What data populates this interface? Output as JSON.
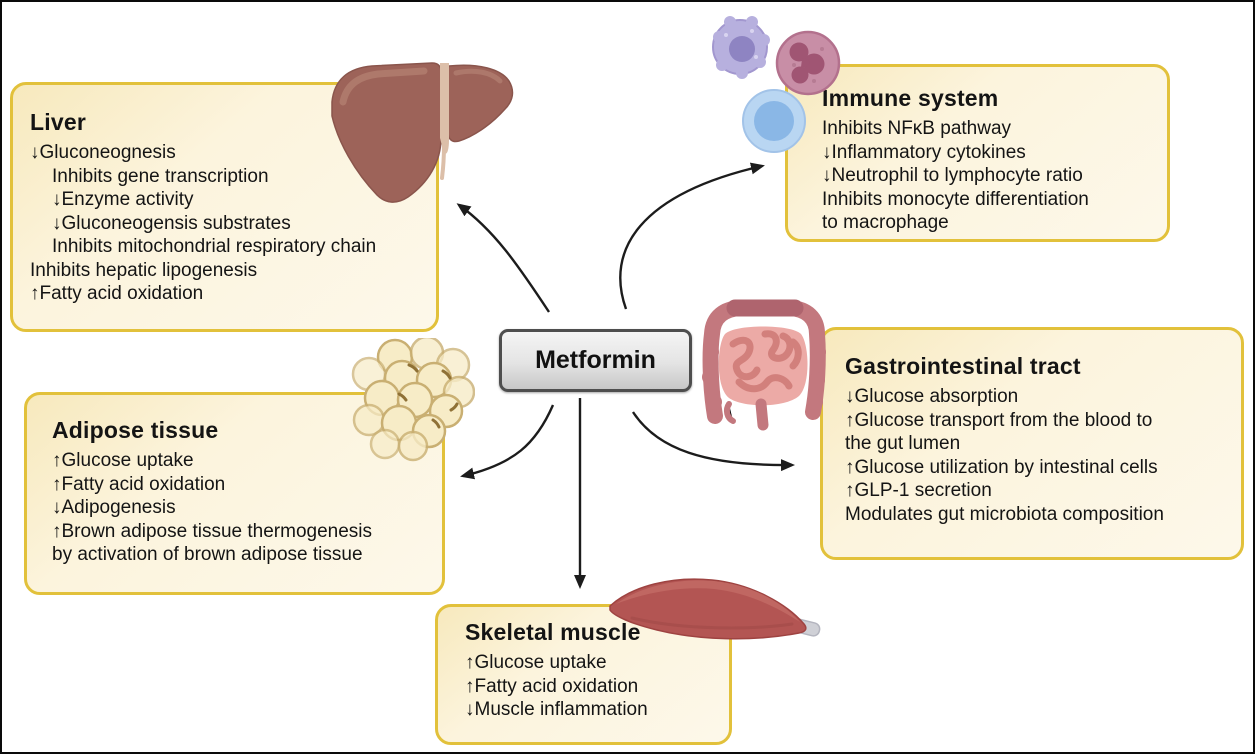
{
  "center": {
    "label": "Metformin"
  },
  "boxes": {
    "liver": {
      "title": "Liver",
      "lines": [
        "↓Gluconeognesis",
        "Inhibits gene transcription",
        "↓Enzyme activity",
        "↓Gluconeogensis substrates",
        "Inhibits mitochondrial respiratory chain",
        "Inhibits hepatic lipogenesis",
        "↑Fatty acid oxidation"
      ]
    },
    "immune": {
      "title": "Immune system",
      "lines": [
        "Inhibits NFκB pathway",
        "↓Inflammatory cytokines",
        "↓Neutrophil to lymphocyte ratio",
        "Inhibits monocyte differentiation",
        "to macrophage"
      ]
    },
    "gi": {
      "title": "Gastrointestinal tract",
      "lines": [
        "↓Glucose absorption",
        "↑Glucose transport from the blood to",
        "the gut lumen",
        "↑Glucose utilization by  intestinal cells",
        "↑GLP-1 secretion",
        "Modulates gut microbiota composition"
      ]
    },
    "adipose": {
      "title": "Adipose tissue",
      "lines": [
        "↑Glucose uptake",
        "↑Fatty acid oxidation",
        "↓Adipogenesis",
        "↑Brown adipose tissue thermogenesis",
        "by activation of brown adipose tissue"
      ]
    },
    "muscle": {
      "title": "Skeletal muscle",
      "lines": [
        "↑Glucose uptake",
        "↑Fatty acid oxidation",
        "↓Muscle inflammation"
      ]
    }
  },
  "icons": {
    "liver": "liver-icon",
    "monocyte": "monocyte-cell-icon",
    "neutrophil": "neutrophil-cell-icon",
    "lymphocyte": "lymphocyte-cell-icon",
    "intestine": "intestine-icon",
    "adipocytes": "adipocyte-cluster-icon",
    "muscle": "skeletal-muscle-icon"
  },
  "colors": {
    "box_border": "#e2c13b",
    "box_fill_start": "#f7e9bd",
    "box_fill_end": "#fdf8ea",
    "arrow": "#1c1c1c",
    "center_border": "#4e4e4e",
    "center_fill": "#e0e0e0",
    "text": "#141414",
    "liver_organ": "#9d6359",
    "intestine_outer": "#c3787e",
    "intestine_inner": "#ecaaa6",
    "adipocyte_fill": "#f7ecc7",
    "adipocyte_stroke": "#c9af72",
    "muscle_fill": "#b35553",
    "monocyte_fill": "#b7b0de",
    "neutrophil_fill": "#c88ea6",
    "lymphocyte_fill": "#b9d6f2"
  }
}
